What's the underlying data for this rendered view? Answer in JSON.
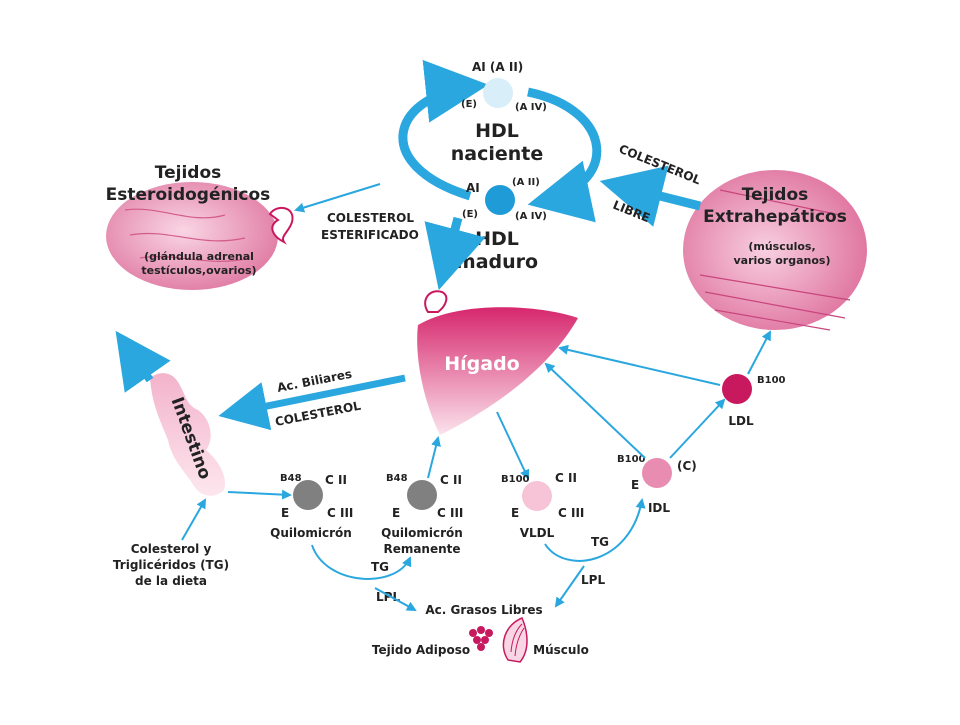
{
  "colors": {
    "arrow": "#2aa7df",
    "pink_dark": "#c8195f",
    "pink_light": "#f6c4d6",
    "pink_mid": "#e88db1",
    "gray": "#808080",
    "hdl_nascent": "#d8eef9",
    "hdl_mature": "#1f9bd7"
  },
  "hdl_nascent": {
    "apos_top": "AI  (A II)",
    "apo_e": "(E)",
    "apo_a4": "(A IV)",
    "label_line1": "HDL",
    "label_line2": "naciente"
  },
  "hdl_mature": {
    "apo_ai": "AI",
    "apo_a2": "(A II)",
    "apo_e": "(E)",
    "apo_a4": "(A IV)",
    "label_line1": "HDL",
    "label_line2": "maduro"
  },
  "steroid_tissue": {
    "title_line1": "Tejidos",
    "title_line2": "Esteroidogénicos",
    "sub_line1": "(glándula adrenal",
    "sub_line2": "testículos,ovarios)"
  },
  "extrahepatic_tissue": {
    "title_line1": "Tejidos",
    "title_line2": "Extrahepáticos",
    "sub_line1": "(músculos,",
    "sub_line2": "varios organos)"
  },
  "flows": {
    "esterified_line1": "COLESTEROL",
    "esterified_line2": "ESTERIFICADO",
    "free_line1": "COLESTEROL",
    "free_line2": "LIBRE",
    "bile_acids": "Ac. Biliares",
    "bile_cholesterol": "COLESTEROL",
    "tg": "TG",
    "lpl": "LPL",
    "fatty_acids": "Ac. Grasos Libres"
  },
  "liver": {
    "label": "Hígado"
  },
  "intestine": {
    "label": "Intestino"
  },
  "diet": {
    "line1": "Colesterol y",
    "line2": "Triglicéridos (TG)",
    "line3": "de la dieta"
  },
  "chylomicron": {
    "b48": "B48",
    "c2": "C II",
    "e": "E",
    "c3": "C III",
    "label": "Quilomicrón"
  },
  "remnant": {
    "b48": "B48",
    "c2": "C II",
    "e": "E",
    "c3": "C III",
    "label_line1": "Quilomicrón",
    "label_line2": "Remanente"
  },
  "vldl": {
    "b100": "B100",
    "c2": "C II",
    "e": "E",
    "c3": "C III",
    "label": "VLDL"
  },
  "idl": {
    "b100": "B100",
    "c": "(C)",
    "e": "E",
    "label": "IDL"
  },
  "ldl": {
    "b100": "B100",
    "label": "LDL"
  },
  "adipose": {
    "label": "Tejido Adiposo"
  },
  "muscle": {
    "label": "Músculo"
  }
}
